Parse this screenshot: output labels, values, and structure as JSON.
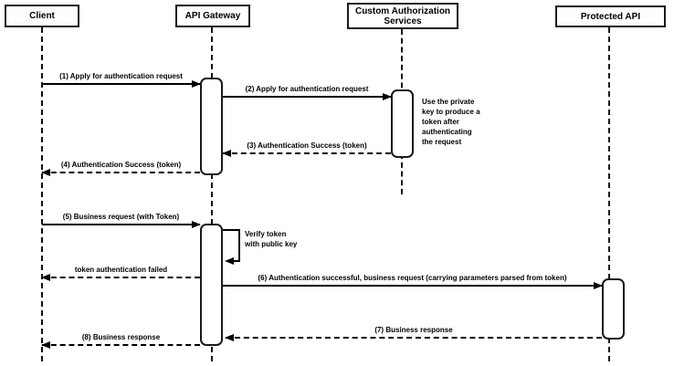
{
  "diagram": {
    "type": "sequence-diagram",
    "subject": "API Gateway token authentication flow"
  },
  "colors": {
    "background": "#ffffff",
    "line": "#000000",
    "box_fill": "#ffffff",
    "text": "#000000"
  },
  "participants": [
    {
      "name": "Client"
    },
    {
      "name": "API Gateway"
    },
    {
      "name": "Custom Authorization Services"
    },
    {
      "name": "Protected API"
    }
  ],
  "messages": [
    {
      "label": "(1) Apply for authentication request",
      "from": "Client",
      "to": "API Gateway",
      "line": "solid"
    },
    {
      "label": "(2) Apply for authentication request",
      "from": "API Gateway",
      "to": "Custom Authorization Services",
      "line": "solid"
    },
    {
      "label": "(3) Authentication Success (token)",
      "from": "Custom Authorization Services",
      "to": "API Gateway",
      "line": "dashed"
    },
    {
      "label": "(4) Authentication Success (token)",
      "from": "API Gateway",
      "to": "Client",
      "line": "dashed"
    },
    {
      "label": "(5) Business request (with Token)",
      "from": "Client",
      "to": "API Gateway",
      "line": "solid"
    },
    {
      "label": "Verify token\nwith public key",
      "from": "API Gateway",
      "to": "API Gateway",
      "line": "self"
    },
    {
      "label": "token authentication failed",
      "from": "API Gateway",
      "to": "Client",
      "line": "dashed"
    },
    {
      "label": "(6) Authentication successful, business request (carrying parameters parsed from token)",
      "from": "API Gateway",
      "to": "Protected API",
      "line": "solid"
    },
    {
      "label": "(7) Business response",
      "from": "Protected API",
      "to": "API Gateway",
      "line": "dashed"
    },
    {
      "label": "(8) Business response",
      "from": "API Gateway",
      "to": "Client",
      "line": "dashed"
    }
  ],
  "notes": [
    {
      "text": "Use the private\nkey to produce a\ntoken after\nauthenticating\nthe request",
      "attached_to": "Custom Authorization Services"
    }
  ]
}
